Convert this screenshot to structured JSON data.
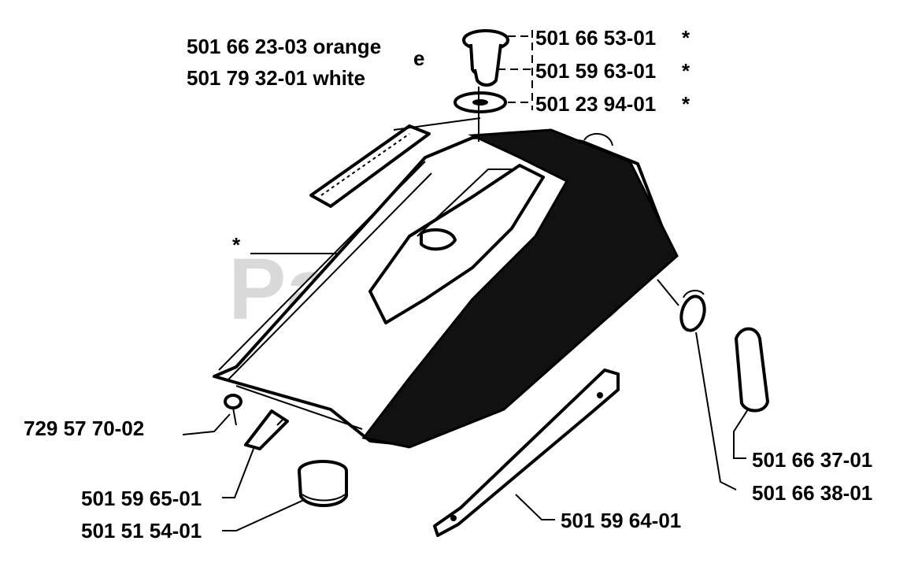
{
  "watermark": "PartsTree",
  "labels": {
    "decal_orange": "501 66 23-03 orange",
    "decal_white": "501 79 32-01 white",
    "decal_e": "e",
    "cap": "501 66 53-01",
    "cap_star": "*",
    "washer1": "501 59 63-01",
    "washer1_star": "*",
    "washer2": "501 23 94-01",
    "washer2_star": "*",
    "cover_star": "*",
    "screw": "729 57 70-02",
    "clip": "501 59 65-01",
    "knob": "501 51 54-01",
    "rail": "501 59 64-01",
    "filter": "501 66 37-01",
    "ring": "501 66 38-01"
  }
}
